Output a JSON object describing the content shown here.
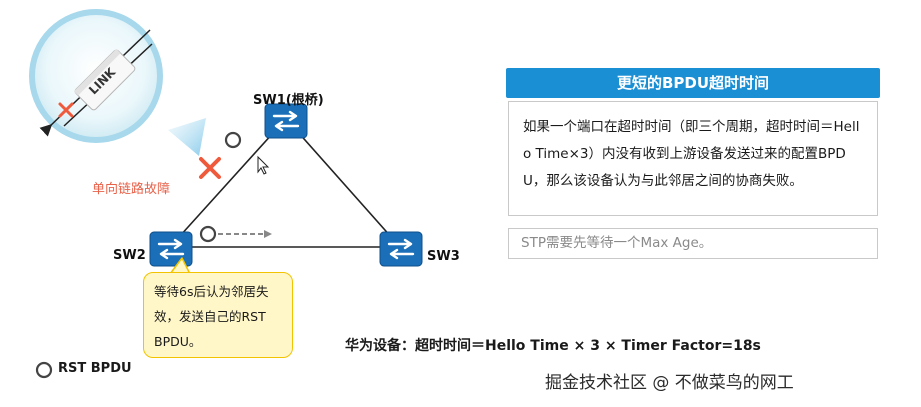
{
  "labels": {
    "sw1": "SW1(根桥)",
    "sw2": "SW2",
    "sw3": "SW3",
    "link": "LINK",
    "fault": "单向链路故障"
  },
  "callout": {
    "text": "等待6s后认为邻居失效，发送自己的RST BPDU。"
  },
  "panel": {
    "title": "更短的BPDU超时时间",
    "body": "如果一个端口在超时时间（即三个周期，超时时间＝Hello Time×3）内没有收到上游设备发送过来的配置BPDU，那么该设备认为与此邻居之间的协商失败。",
    "note": "STP需要先等待一个Max Age。"
  },
  "formula": "华为设备：超时时间＝Hello Time × 3 × Timer Factor=18s",
  "legend": {
    "rst_bpdu": "RST BPDU"
  },
  "watermark": "掘金技术社区 @ 不做菜鸟的网工",
  "colors": {
    "switch_blue": "#1a6fb8",
    "header_blue": "#1a8fd4",
    "fault_red": "#e8624a",
    "callout_border": "#f2c300",
    "callout_fill": "#fff7c8"
  },
  "icons": {
    "switch": "switch-icon",
    "cross": "cross-icon",
    "cursor": "cursor-icon",
    "bpdu": "circle-icon"
  }
}
